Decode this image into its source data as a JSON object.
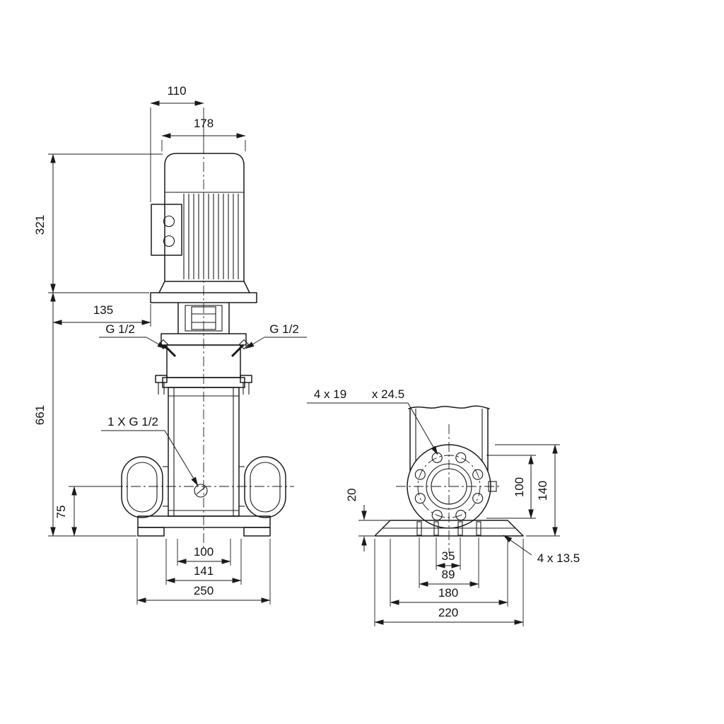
{
  "drawing": {
    "front": {
      "dim_110": "110",
      "dim_178": "178",
      "dim_321": "321",
      "dim_135": "135",
      "dim_661": "661",
      "dim_75": "75",
      "vent_left": "G 1/2",
      "vent_right": "G 1/2",
      "drain": "1 X G 1/2",
      "dim_100": "100",
      "dim_141": "141",
      "dim_250": "250"
    },
    "side": {
      "holes_flange": "4 x 19",
      "counterbore": "x 24.5",
      "dim_20": "20",
      "dim_100": "100",
      "dim_140": "140",
      "dim_35": "35",
      "dim_89": "89",
      "dim_180": "180",
      "dim_220": "220",
      "holes_base": "4 x 13.5"
    }
  },
  "colors": {
    "line": "#1a1a1a",
    "background": "#ffffff"
  }
}
